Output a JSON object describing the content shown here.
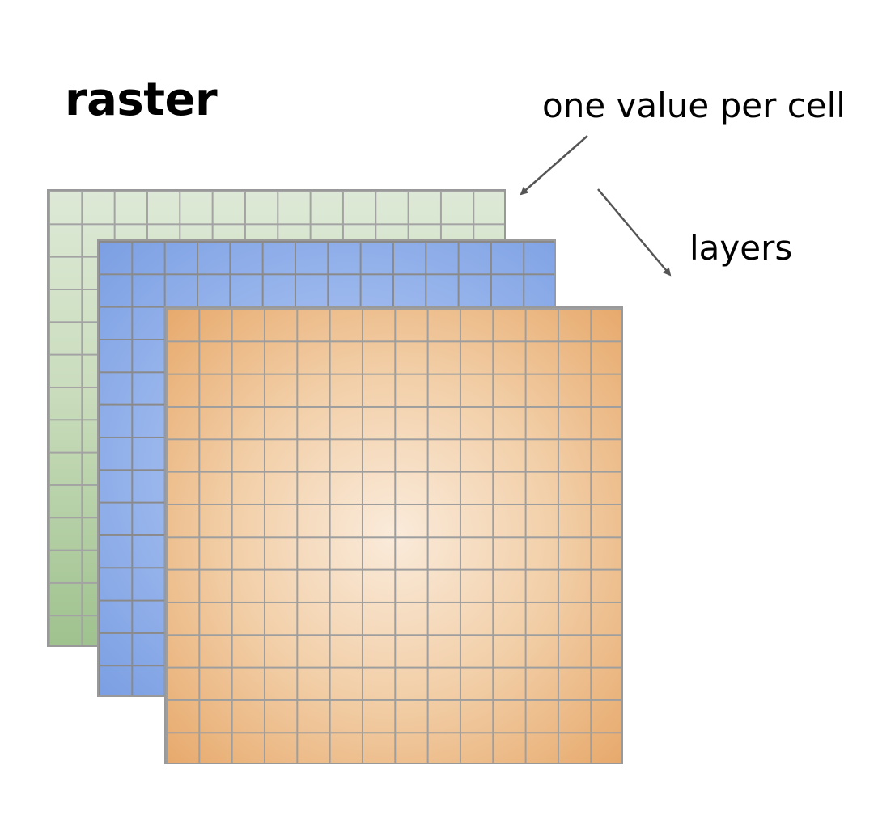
{
  "title": "raster",
  "annotations": {
    "cell_label": "one value per cell",
    "layers_label": "layers"
  },
  "layers": [
    {
      "name": "green",
      "color": "#c9dcbc"
    },
    {
      "name": "blue",
      "color": "#9fbaee"
    },
    {
      "name": "orange",
      "color": "#f2cfa8"
    }
  ],
  "arrow_color": "#555555"
}
